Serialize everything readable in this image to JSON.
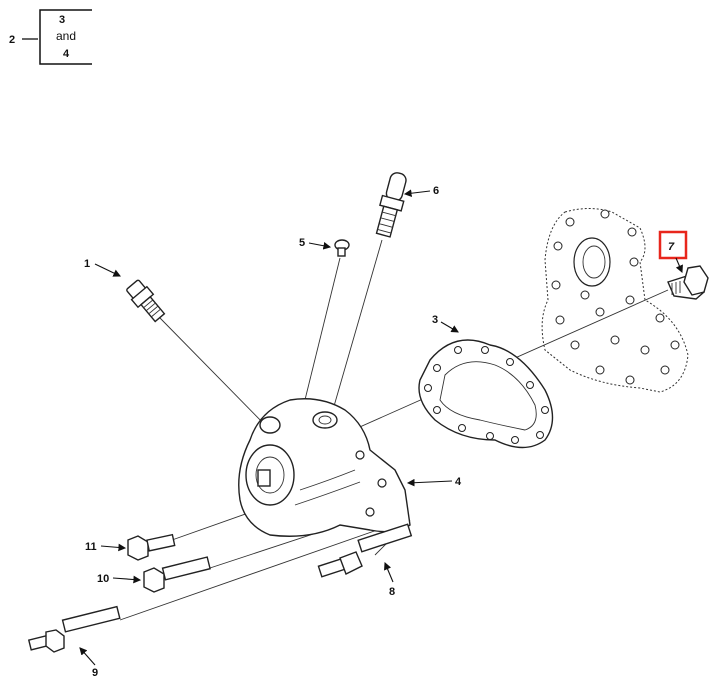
{
  "title_bracket": {
    "ref": "2",
    "top": "3",
    "mid": "and",
    "bottom": "4"
  },
  "callouts": [
    "1",
    "2",
    "3",
    "4",
    "5",
    "6",
    "7",
    "8",
    "9",
    "10",
    "11"
  ],
  "highlighted_callout": "7",
  "highlight_color": "#e8261c"
}
